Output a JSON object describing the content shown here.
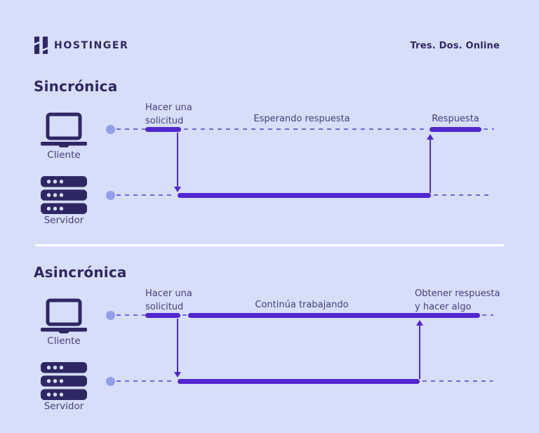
{
  "header": {
    "brand": "HOSTINGER",
    "tagline": "Tres. Dos. Online"
  },
  "icons": {
    "brand": "hostinger-h-icon",
    "client": "laptop-icon",
    "server": "server-stack-icon",
    "lane_start": "dot-marker",
    "request": "arrow-down-icon",
    "response": "arrow-up-icon"
  },
  "colors": {
    "background": "#D7DEFA",
    "navy": "#2F2764",
    "label": "#443D7E",
    "purple": "#5227D2",
    "dash": "#6C68D9",
    "dot": "#919EEB",
    "divider": "#FFFFFF"
  },
  "sections": [
    {
      "title": "Sincrónica",
      "client_label": "Cliente",
      "server_label": "Servidor",
      "steps": {
        "request": "Hacer una solicitud",
        "middle": "Esperando respuesta",
        "response": "Respuesta"
      }
    },
    {
      "title": "Asincrónica",
      "client_label": "Cliente",
      "server_label": "Servidor",
      "steps": {
        "request": "Hacer una solicitud",
        "middle": "Continúa trabajando",
        "response": "Obtener respuesta y hacer algo"
      }
    }
  ]
}
